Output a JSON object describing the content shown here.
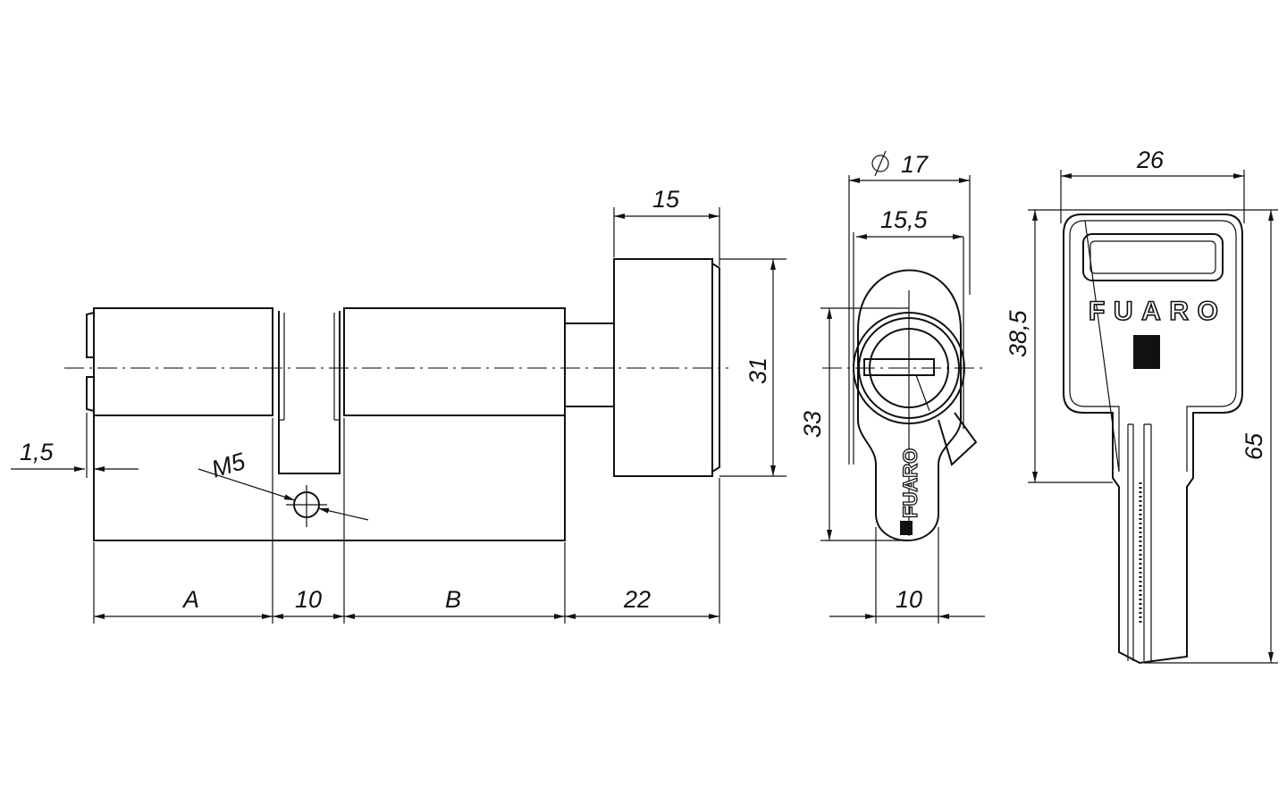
{
  "drawing": {
    "side_view": {
      "dim_knob_width": "15",
      "dim_knob_height": "31",
      "dim_offset": "1,5",
      "dim_screw": "M5",
      "dim_a": "A",
      "dim_cam": "10",
      "dim_b": "B",
      "dim_knob_length": "22"
    },
    "front_view": {
      "dim_diameter": "17",
      "dim_inner_width": "15,5",
      "dim_height": "33",
      "dim_lower_width": "10",
      "logo_text": "FUARO"
    },
    "key_view": {
      "dim_width": "26",
      "dim_head_height": "38,5",
      "dim_total_length": "65",
      "logo_text": "FUARO"
    }
  }
}
